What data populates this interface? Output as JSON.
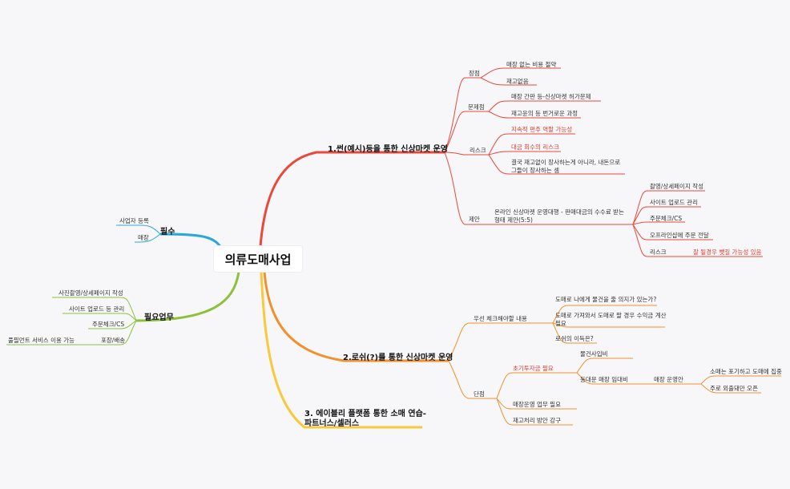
{
  "root": {
    "label": "의류도매사업"
  },
  "branch1": {
    "label": "1.썬(예시)등을 통한 신상마켓 운영",
    "pros": {
      "label": "장점",
      "items": [
        "매장 없는 비용 절약",
        "재고없음"
      ]
    },
    "problems": {
      "label": "문제점",
      "items": [
        "매장 간판 등-신상마켓 허가문제",
        "재고윤의 등 번거로운 과정"
      ]
    },
    "risk": {
      "label": "리스크",
      "items": [
        "지속적 편주 역할 가능성",
        "대금 회수의 리스크",
        "결국 재고없이 장사하는게 아니라, 내돈으로 그들이 장사하는 셈"
      ]
    },
    "proposal": {
      "label": "제안",
      "text": "온라인 신상마켓 운영대행 - 판매대금의 수수료 받는 형태 제안(5:5)",
      "items": [
        "촬영/상세페이지 작성",
        "사이트 업로드 관리",
        "주문체크/CS",
        "오프라인샵에 주문 전달",
        "리스크"
      ],
      "risk_note": "잘 될경우 뺏길 가능성 있음"
    }
  },
  "branch2": {
    "label": "2.로쉬(?)를 통한 신상마켓 운영",
    "check": {
      "label": "우선 체크해야할 내용",
      "items": [
        "도매로 나에게 물건을 줄 의지가 있는가?",
        "도매로 가져와서 도매로 팔 경우 수익금 계산 필요",
        "로쉬의 이득은?"
      ]
    },
    "steps": {
      "label": "단점",
      "initial_cost": "초기투자금 필요",
      "sub": [
        "물건사입비",
        "동대문 매장 임대비"
      ],
      "store_op": "매장 운영안",
      "store_items": [
        "소매는 포기하고 도매에 집중",
        "주로 외출돼만 오픈"
      ],
      "others": [
        "매장운영 업무 필요",
        "재고처리 방안 강구"
      ]
    }
  },
  "branch3": {
    "label_line1": "3. 에이블리 플랫폼 통한 소매 연습-",
    "label_line2": "파트너스/셀러스"
  },
  "required": {
    "label": "필수",
    "items": [
      "사업자 등록",
      "매장"
    ]
  },
  "tasks": {
    "label": "필요업무",
    "items": [
      "사진촬영/상세페이지 작성",
      "사이트 업로드 등 관리",
      "주문체크/CS",
      "포장/배송"
    ],
    "note": "풀필먼트 서비스 이용 가능"
  },
  "colors": {
    "red": "#e8493a",
    "orange": "#f0912e",
    "yellow": "#f7c93b",
    "green": "#8dc13b",
    "blue": "#2aa9d6"
  }
}
